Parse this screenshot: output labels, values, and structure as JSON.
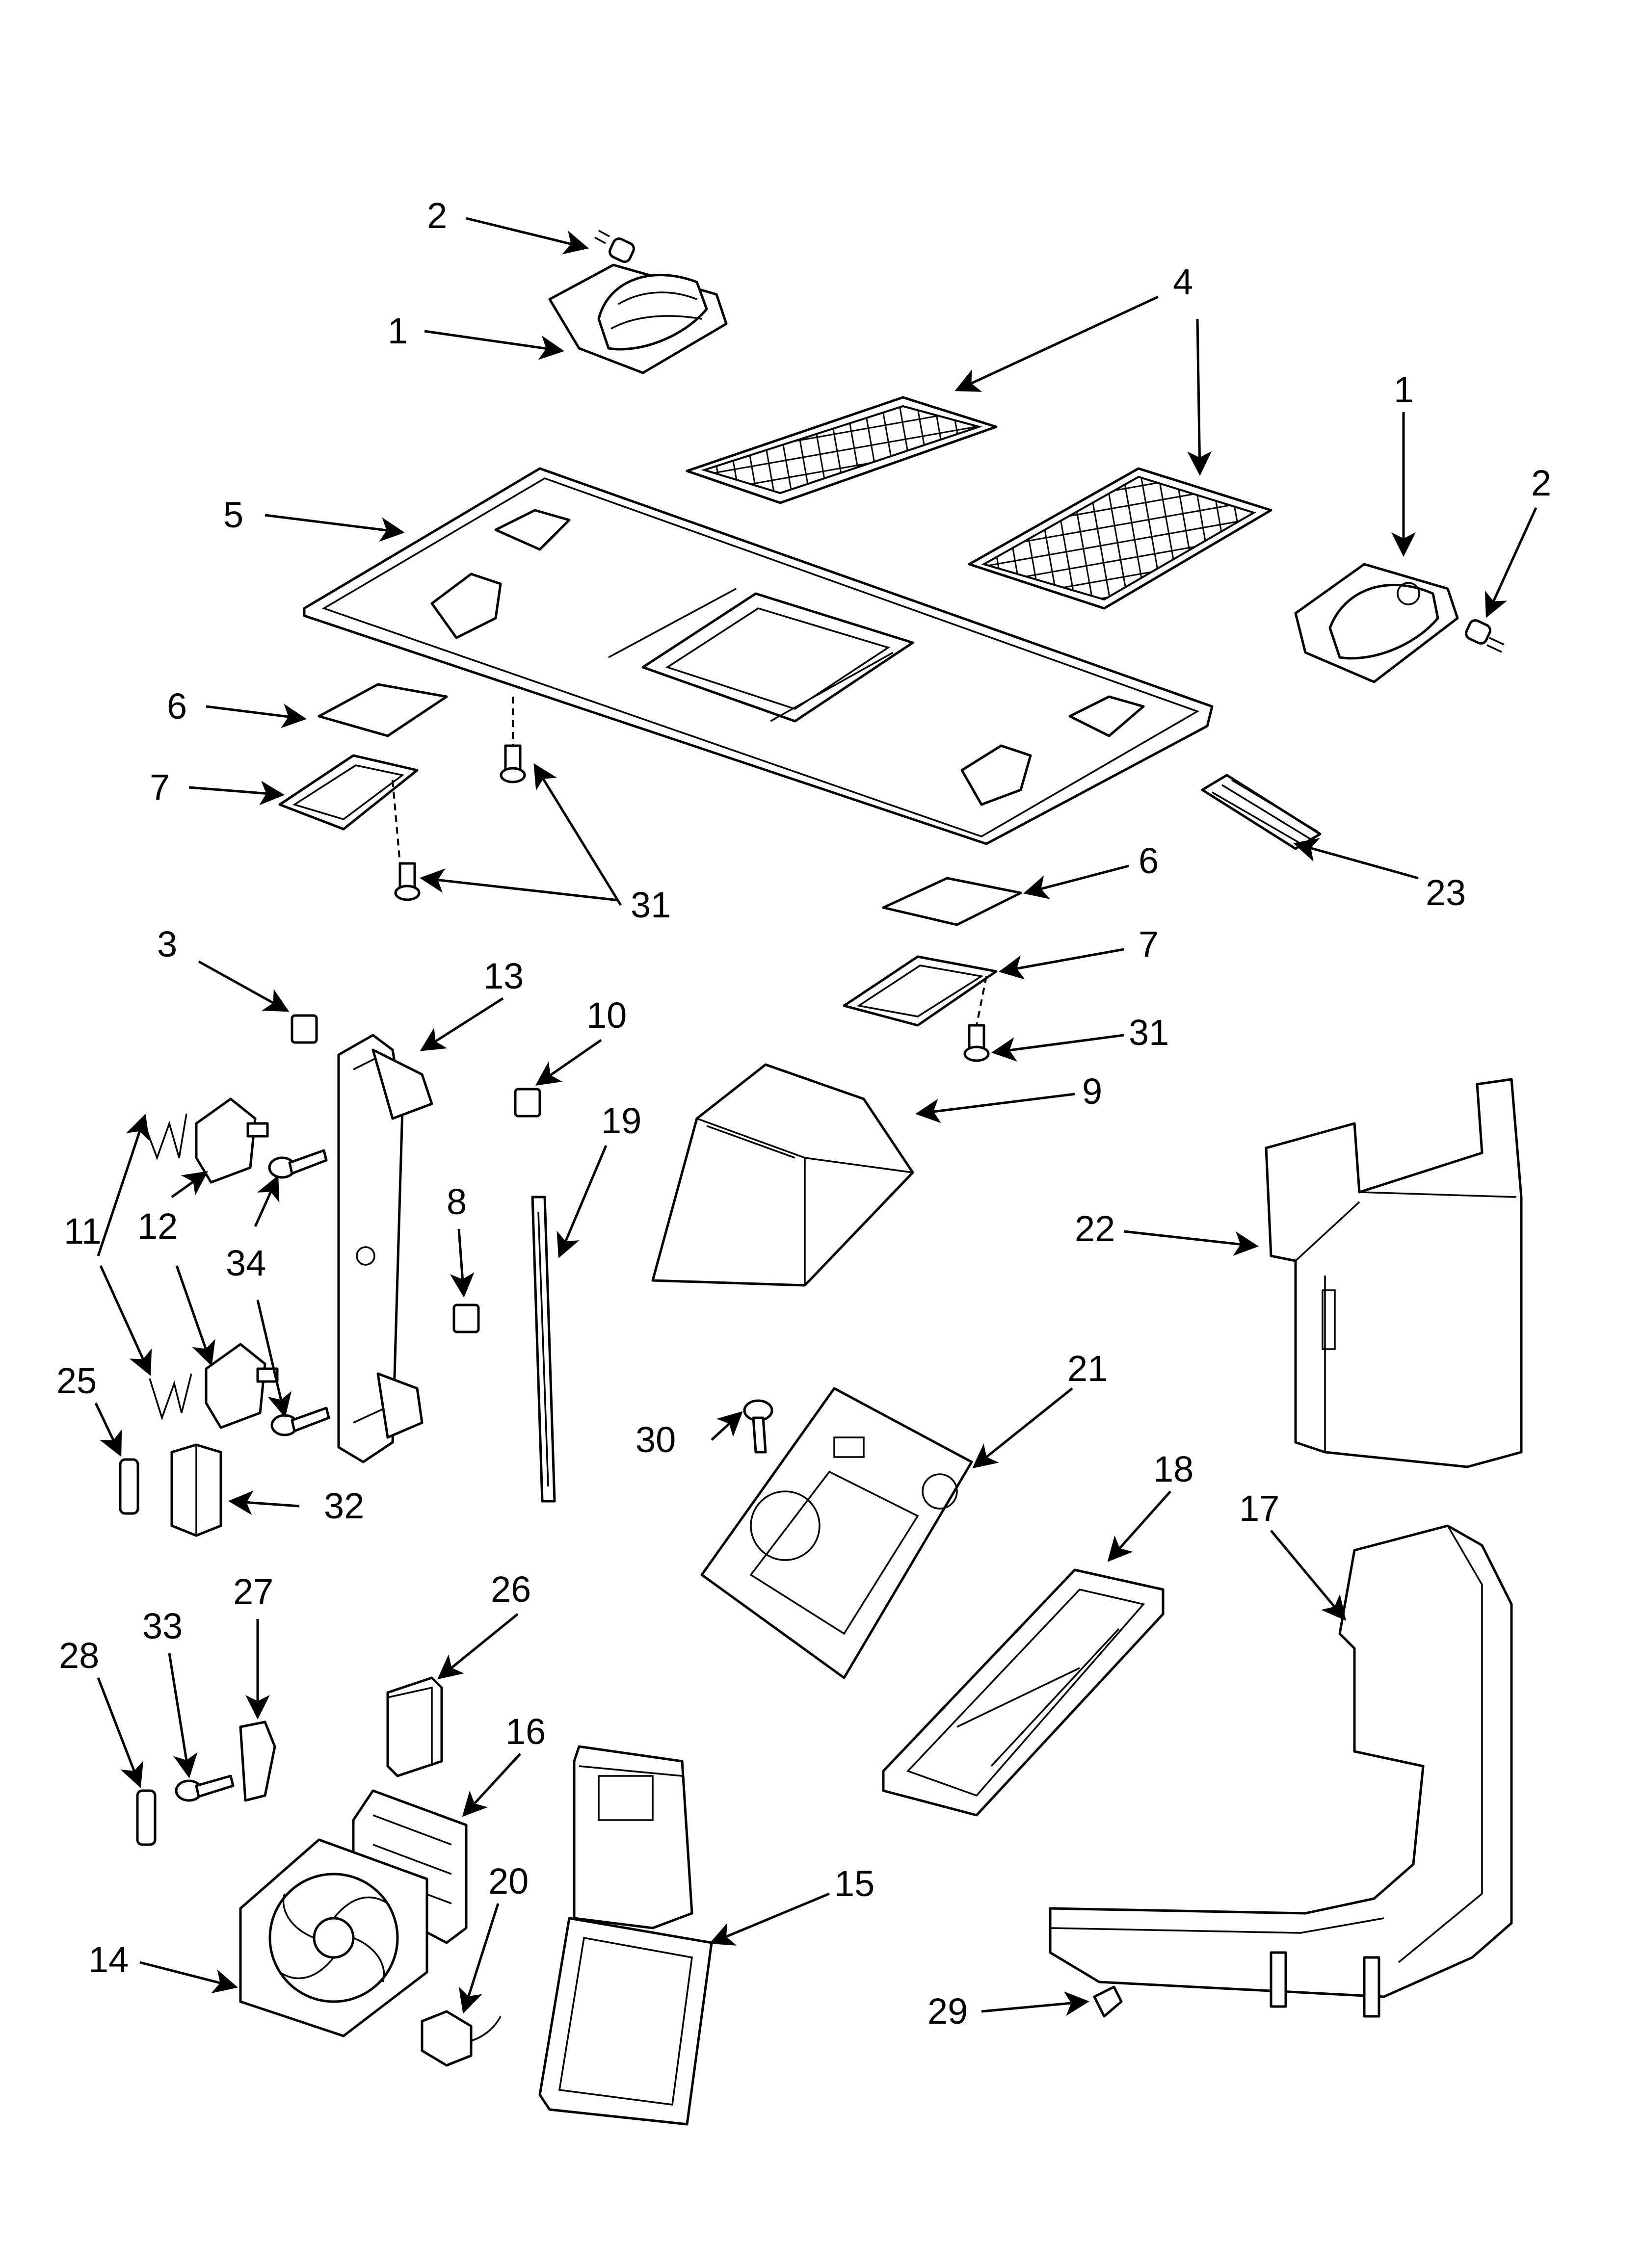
{
  "diagram": {
    "callouts": [
      "1",
      "2",
      "3",
      "4",
      "5",
      "6",
      "7",
      "8",
      "9",
      "10",
      "11",
      "12",
      "13",
      "14",
      "15",
      "16",
      "17",
      "18",
      "19",
      "20",
      "21",
      "22",
      "23",
      "25",
      "26",
      "27",
      "28",
      "29",
      "30",
      "31",
      "32",
      "33",
      "34"
    ]
  }
}
